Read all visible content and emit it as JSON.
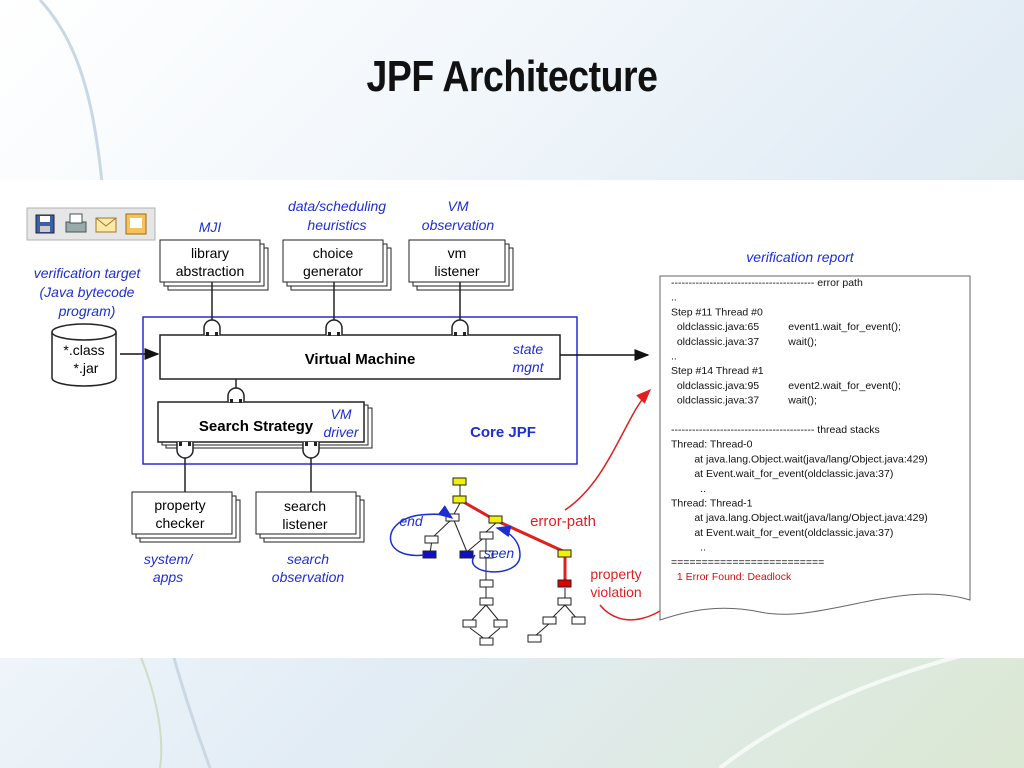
{
  "title": "JPF Architecture",
  "toolbar": {
    "icons": [
      "save-icon",
      "print-icon",
      "mail-icon",
      "export-icon"
    ]
  },
  "labels": {
    "mji": "MJI",
    "data_sched_1": "data/scheduling",
    "data_sched_2": "heuristics",
    "vm_obs_1": "VM",
    "vm_obs_2": "observation",
    "ver_target_1": "verification target",
    "ver_target_2": "(Java bytecode",
    "ver_target_3": "program)",
    "state_1": "state",
    "state_2": "mgnt",
    "vm_driver_1": "VM",
    "vm_driver_2": "driver",
    "core_jpf": "Core JPF",
    "system_apps_1": "system/",
    "system_apps_2": "apps",
    "search_obs_1": "search",
    "search_obs_2": "observation",
    "verification_report": "verification report",
    "end": "end",
    "seen": "seen",
    "error_path": "error-path",
    "property_violation_1": "property",
    "property_violation_2": "violation"
  },
  "boxes": {
    "library_1": "library",
    "library_2": "abstraction",
    "choice_1": "choice",
    "choice_2": "generator",
    "vmlistener_1": "vm",
    "vmlistener_2": "listener",
    "virtual_machine": "Virtual Machine",
    "search_strategy": "Search Strategy",
    "property_1": "property",
    "property_2": "checker",
    "slistener_1": "search",
    "slistener_2": "listener",
    "class_1": "*.class",
    "class_2": "*.jar"
  },
  "report": {
    "lines": [
      "----------------------------------------- error path",
      "..",
      "Step #11 Thread #0",
      "  oldclassic.java:65          event1.wait_for_event();",
      "  oldclassic.java:37          wait();",
      "..",
      "Step #14 Thread #1",
      "  oldclassic.java:95          event2.wait_for_event();",
      "  oldclassic.java:37          wait();",
      "",
      "----------------------------------------- thread stacks",
      "Thread: Thread-0",
      "        at java.lang.Object.wait(java/lang/Object.java:429)",
      "        at Event.wait_for_event(oldclassic.java:37)",
      "          ..",
      "Thread: Thread-1",
      "        at java.lang.Object.wait(java/lang/Object.java:429)",
      "        at Event.wait_for_event(oldclassic.java:37)",
      "          ..",
      "=========================",
      "  1 Error Found: Deadlock"
    ],
    "error_color": "#d01010"
  },
  "colors": {
    "label_blue": "#1c2fd0",
    "core_border": "#2a2ad8",
    "error_red": "#e02020",
    "node_yellow": "#f2f200",
    "node_blue": "#1010c0",
    "node_red": "#e00000"
  }
}
